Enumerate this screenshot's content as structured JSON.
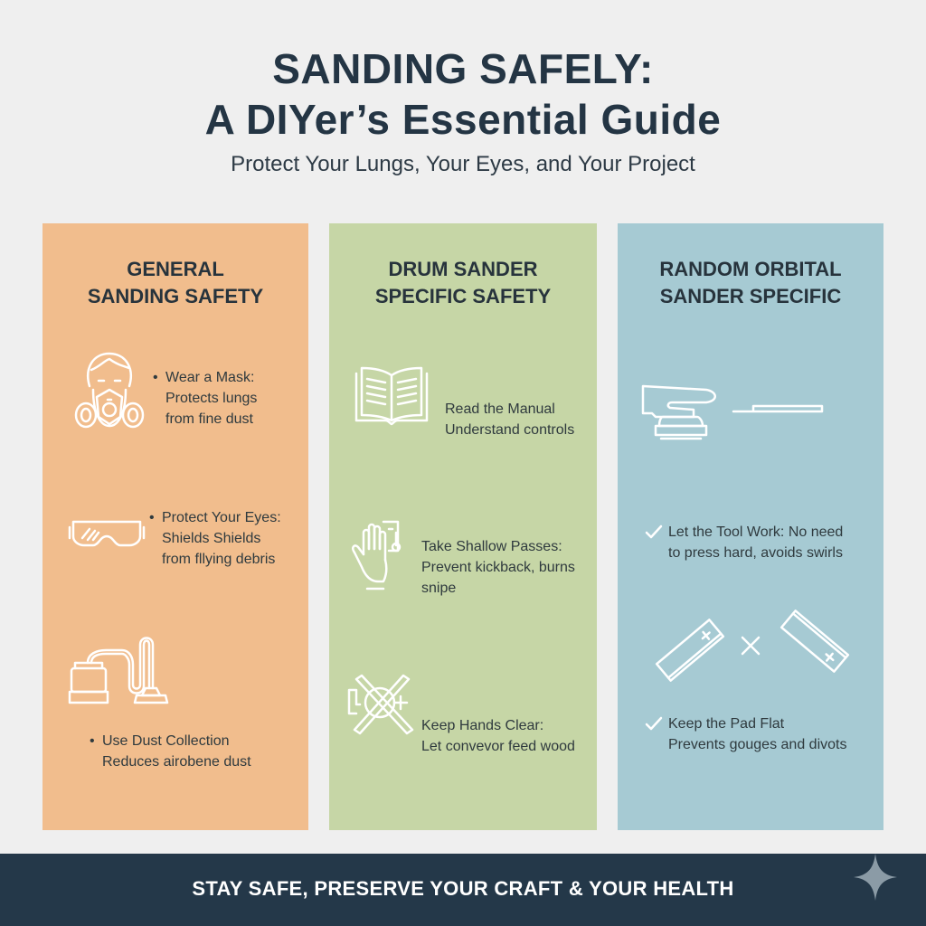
{
  "header": {
    "title_line1": "SANDING SAFELY:",
    "title_line2": "A DIYer’s Essential Guide",
    "subtitle": "Protect Your Lungs, Your Eyes, and Your Project"
  },
  "columns": [
    {
      "heading_line1": "GENERAL",
      "heading_line2": "SANDING SAFETY",
      "color": "#f1bd8d",
      "items": [
        {
          "icon": "respirator-mask-icon",
          "line1": "Wear a Mask:",
          "line2": "Protects lungs",
          "line3": "from fine dust"
        },
        {
          "icon": "safety-goggles-icon",
          "line1": "Protect Your Eyes:",
          "line2": "Shields Shields",
          "line3": "from fllying debris"
        },
        {
          "icon": "dust-collector-vacuum-icon",
          "line1": "Use Dust Collection",
          "line2": "Reduces airobene dust"
        }
      ]
    },
    {
      "heading_line1": "DRUM SANDER",
      "heading_line2": "SPECIFIC SAFETY",
      "color": "#c6d6a6",
      "items": [
        {
          "icon": "open-manual-book-icon",
          "line1": "Read the Manual",
          "line2": "Understand controls"
        },
        {
          "icon": "hand-stop-icon",
          "line1": "Take Shallow Passes:",
          "line2": "Prevent kickback, burns",
          "line3": "snipe"
        },
        {
          "icon": "hands-clear-crossed-icon",
          "line1": "Keep Hands Clear:",
          "line2": "Let convevor feed wood"
        }
      ]
    },
    {
      "heading_line1": "RANDOM ORBITAL",
      "heading_line2": "SANDER SPECIFIC",
      "color": "#a6cad3",
      "items": [
        {
          "icon": "orbital-sander-icon",
          "line1": "",
          "line2": ""
        },
        {
          "icon": "checkmark-icon",
          "line1": "Let the Tool Work: No need",
          "line2": "to press hard, avoids swirls"
        },
        {
          "icon": "tilted-pad-comparison-icon",
          "line1": "Keep the Pad Flat",
          "line2": "Prevents gouges and divots"
        }
      ]
    }
  ],
  "footer": {
    "text": "STAY SAFE, PRESERVE YOUR CRAFT & YOUR HEALTH",
    "background": "#243849",
    "icon": "sparkle-icon"
  }
}
